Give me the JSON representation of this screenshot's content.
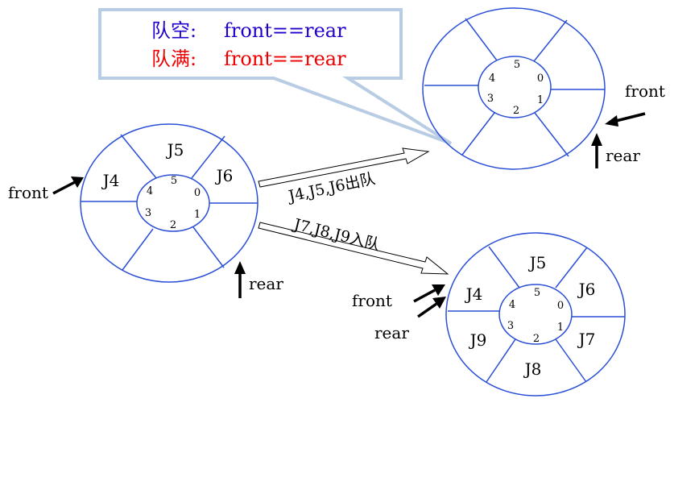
{
  "callout": {
    "empty_label": "队空:",
    "empty_cond": "front==rear",
    "full_label": "队满:",
    "full_cond": "front==rear",
    "empty_color": "#2200cc",
    "full_color": "#ee0000",
    "border_color": "#b8cce4"
  },
  "colors": {
    "ring": "#2a4fd6",
    "arrow": "#000000"
  },
  "queues": {
    "left": {
      "slots": [
        "J5",
        "J6",
        "",
        "",
        "",
        "J4"
      ],
      "indices": [
        "0",
        "1",
        "2",
        "3",
        "4",
        "5"
      ],
      "front": "front",
      "rear": "rear"
    },
    "right": {
      "slots": [
        "",
        "",
        "",
        "",
        "",
        ""
      ],
      "indices": [
        "0",
        "1",
        "2",
        "3",
        "4",
        "5"
      ],
      "front": "front",
      "rear": "rear"
    },
    "bottom": {
      "slots": [
        "J5",
        "J6",
        "J7",
        "J8",
        "J9",
        "J4"
      ],
      "indices": [
        "0",
        "1",
        "2",
        "3",
        "4",
        "5"
      ],
      "front": "front",
      "rear": "rear"
    }
  },
  "transitions": {
    "dequeue": "J4,J5,J6出队",
    "enqueue": "J7,J8,J9入队"
  }
}
